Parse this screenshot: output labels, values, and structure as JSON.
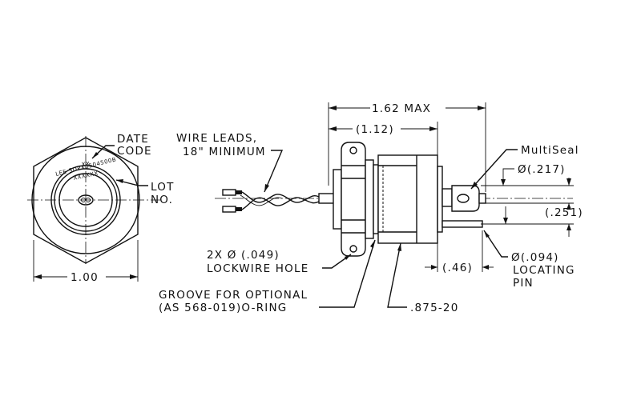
{
  "labels": {
    "date_code_1": "DATE",
    "date_code_2": "CODE",
    "lot_no_1": "LOT",
    "lot_no_2": "NO.",
    "width_dim": "1.00",
    "wire_leads_1": "WIRE LEADS,",
    "wire_leads_2": "18\" MINIMUM",
    "max_length": "1.62 MAX",
    "body_length": "(1.12)",
    "multiseal": "MultiSeal",
    "dia_217": "Ø(.217)",
    "dim_251": "(.251)",
    "dim_46": "(.46)",
    "dia_094": "Ø(.094)",
    "locating_1": "LOCATING",
    "locating_2": "PIN",
    "lockwire_1": "2X Ø (.049)",
    "lockwire_2": "LOCKWIRE HOLE",
    "groove_1": "GROOVE FOR OPTIONAL",
    "groove_2": "(AS 568-019)O-RING",
    "thread": ".875-20"
  },
  "face_marking": {
    "line_xx": "XX",
    "line_part": "LEE SDPX0504500B",
    "line_lot": "XXXXXX"
  },
  "colors": {
    "ink": "#111111",
    "background": "#ffffff"
  }
}
